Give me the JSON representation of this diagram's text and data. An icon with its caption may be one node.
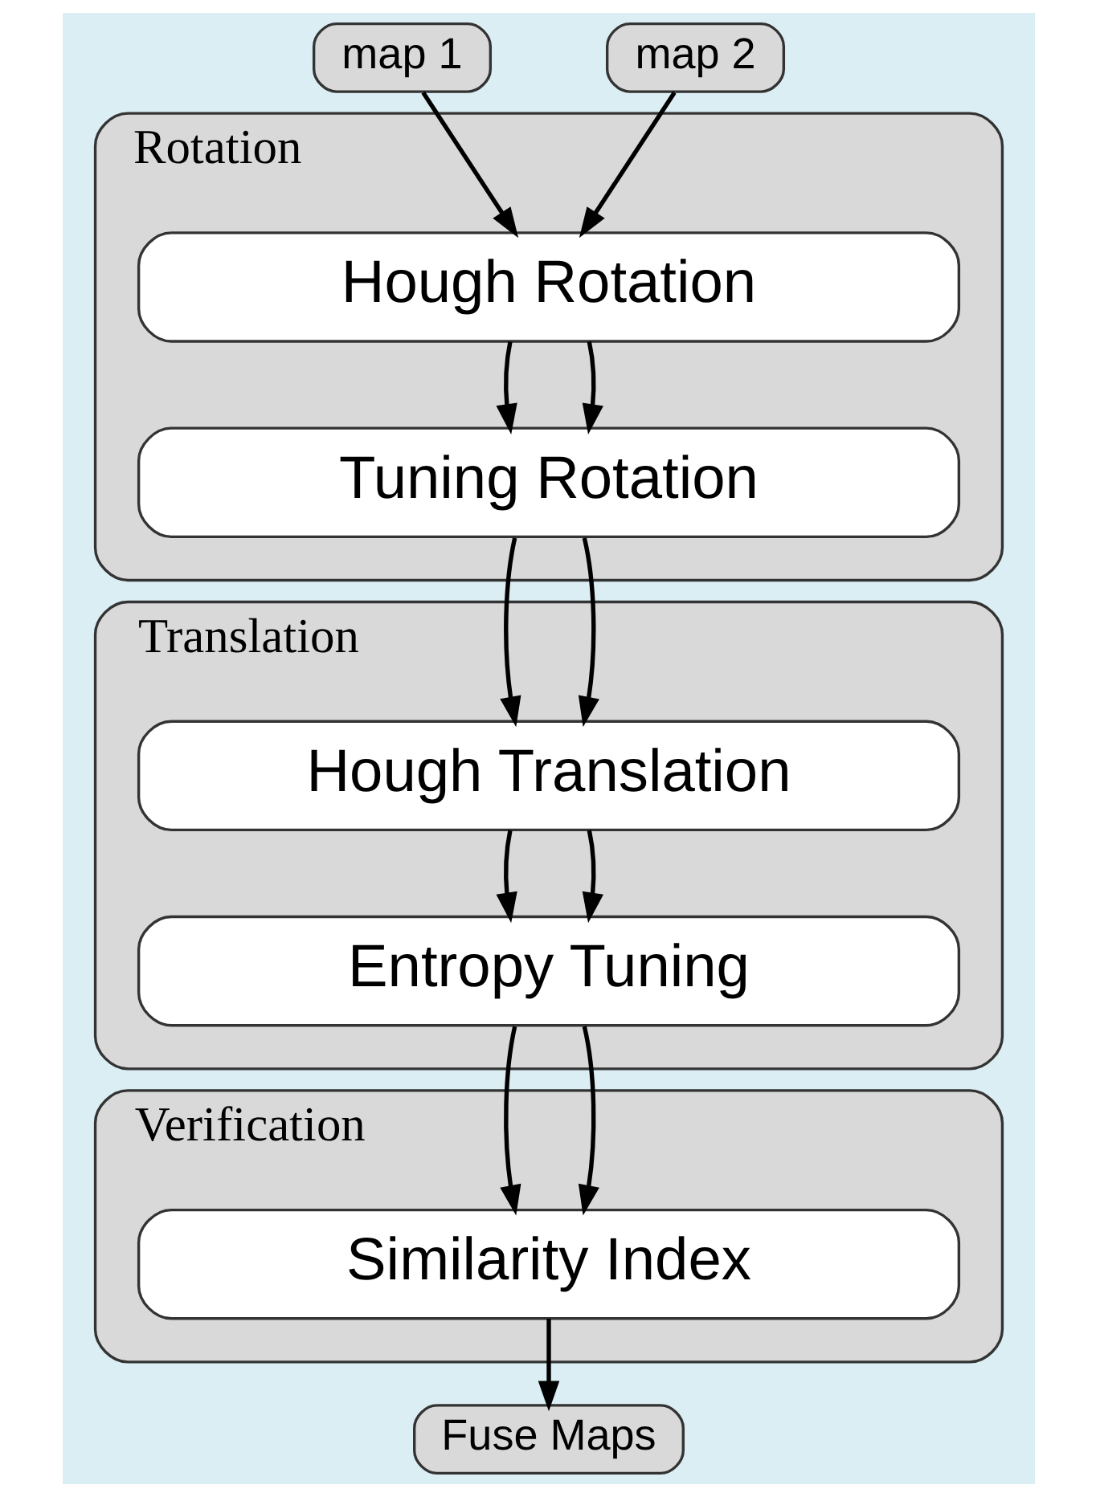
{
  "diagram": {
    "nodes": [
      {
        "text": [
          "map 1"
        ]
      },
      {
        "text": [
          "map 2"
        ]
      },
      {
        "text": [
          "Rotation"
        ]
      },
      {
        "text": [
          "Hough Rotation"
        ],
        "in": 2
      },
      {
        "text": [
          "Tuning Rotation"
        ],
        "in": 2
      },
      {
        "text": [
          "Translation"
        ]
      },
      {
        "text": [
          "Hough Translation"
        ],
        "in": 5
      },
      {
        "text": [
          "Entropy Tuning"
        ],
        "in": 5
      },
      {
        "text": [
          "Verification"
        ]
      },
      {
        "text": [
          "Similarity Index"
        ],
        "in": 8
      },
      {
        "text": [
          "Fuse Maps"
        ]
      }
    ],
    "edges": [
      {
        "from": 0,
        "to": 3,
        "arrow": "to"
      },
      {
        "from": 1,
        "to": 3,
        "arrow": "to"
      },
      {
        "from": 3,
        "to": 4,
        "arrow": "to"
      },
      {
        "from": 3,
        "to": 4,
        "arrow": "to"
      },
      {
        "from": 4,
        "to": 6,
        "arrow": "to"
      },
      {
        "from": 4,
        "to": 6,
        "arrow": "to"
      },
      {
        "from": 6,
        "to": 7,
        "arrow": "to"
      },
      {
        "from": 6,
        "to": 7,
        "arrow": "to"
      },
      {
        "from": 7,
        "to": 9,
        "arrow": "to"
      },
      {
        "from": 7,
        "to": 9,
        "arrow": "to"
      },
      {
        "from": 9,
        "to": 10,
        "arrow": "to"
      }
    ]
  }
}
